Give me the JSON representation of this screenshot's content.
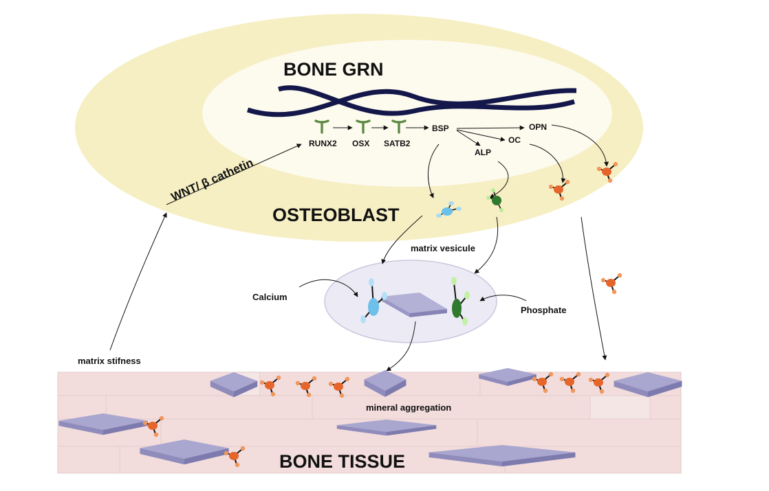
{
  "diagram": {
    "grn_title": "BONE GRN",
    "cell_label": "OSTEOBLAST",
    "tissue_label": "BONE TISSUE",
    "pathway_label": "WNT/  β cathetin",
    "genes": [
      "RUNX2",
      "OSX",
      "SATB2",
      "BSP",
      "OPN",
      "OC",
      "ALP"
    ],
    "vesicle_label": "matrix vesicule",
    "calcium_label": "Calcium",
    "phosphate_label": "Phosphate",
    "stiffness_label": "matrix stifness",
    "aggregation_label": "mineral aggregation"
  },
  "colors": {
    "cell": "#f6efc4",
    "nucleus": "#fdfaee",
    "dna": "#14174a",
    "tf": "#5e8a45",
    "calcium": "#6cc0ea",
    "phosphate": "#2f7a2d",
    "protein": "#e5652a",
    "crystal": "#a9a6cf",
    "tissue": "#f3dede"
  },
  "icons": [
    "transcription-factor-icon",
    "calcium-molecule-icon",
    "phosphate-molecule-icon",
    "protein-molecule-icon",
    "mineral-crystal-icon",
    "dna-helix-icon"
  ]
}
